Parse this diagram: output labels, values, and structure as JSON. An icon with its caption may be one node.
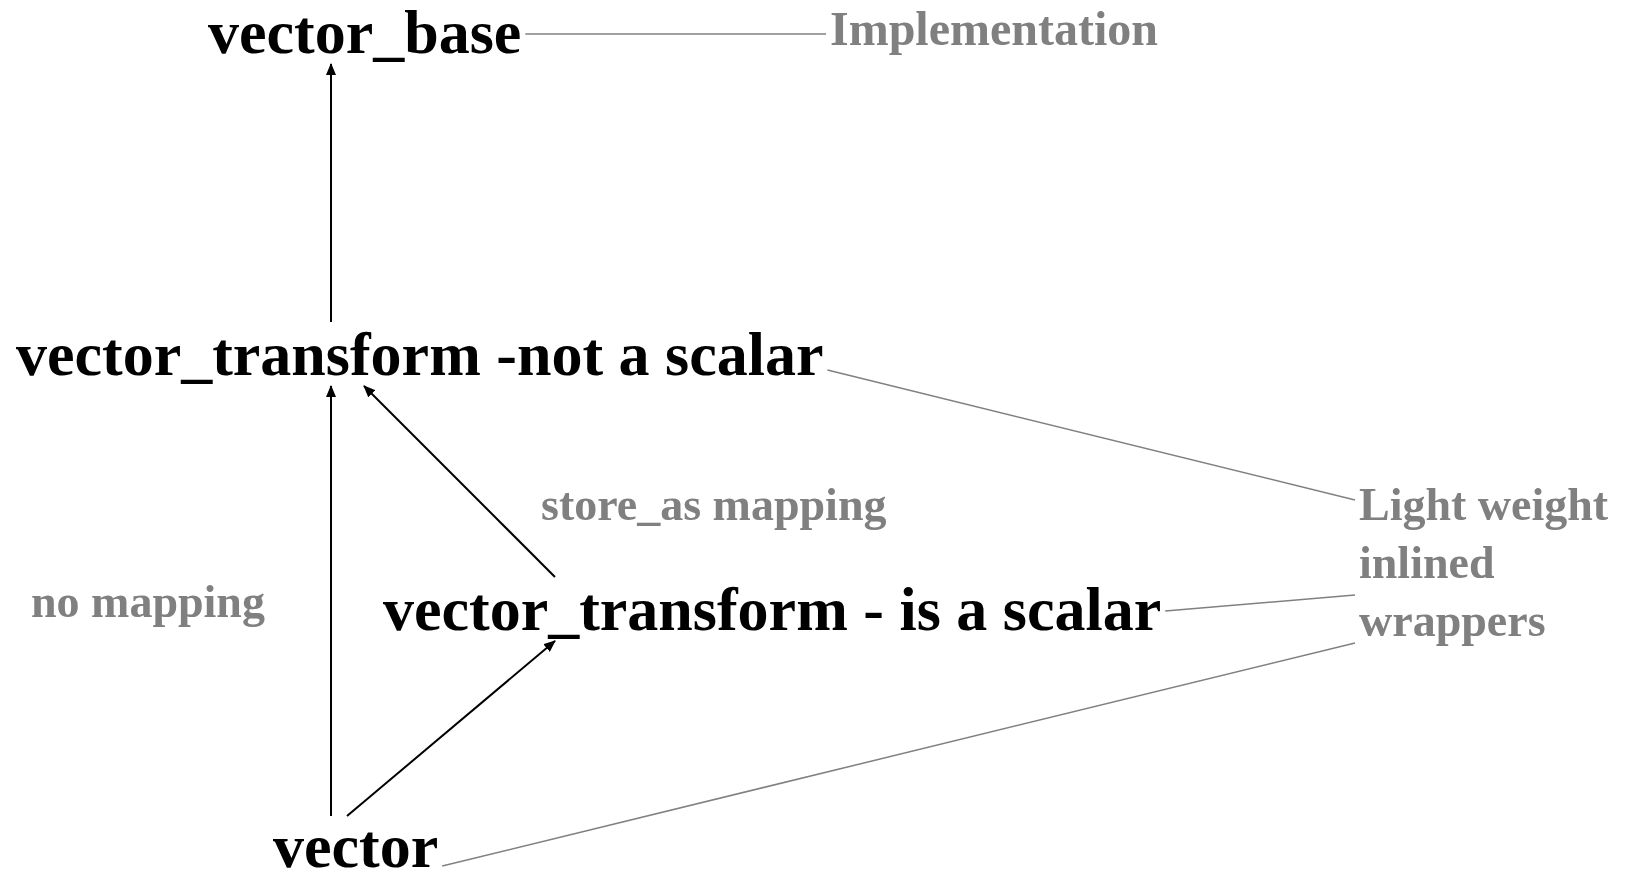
{
  "diagram": {
    "nodes": [
      {
        "text": [
          "vector_base"
        ]
      },
      {
        "text": [
          "Implementation"
        ]
      },
      {
        "text": [
          "vector_transform -not a scalar"
        ]
      },
      {
        "text": [
          "vector_transform - is a scalar"
        ]
      },
      {
        "text": [
          "vector"
        ]
      },
      {
        "text": [
          "Light weight inlined wrappers"
        ]
      }
    ],
    "edges": [
      {
        "from": 2,
        "to": 0,
        "arrow": "to"
      },
      {
        "from": 4,
        "to": 2,
        "arrow": "to",
        "label": "no mapping"
      },
      {
        "from": 3,
        "to": 2,
        "arrow": "to",
        "label": "store_as mapping"
      },
      {
        "from": 4,
        "to": 3,
        "arrow": "to"
      },
      {
        "from": 0,
        "to": 1,
        "arrow": "none",
        "color": "#808080"
      },
      {
        "from": 2,
        "to": 5,
        "arrow": "none",
        "color": "#808080"
      },
      {
        "from": 3,
        "to": 5,
        "arrow": "none",
        "color": "#808080"
      },
      {
        "from": 4,
        "to": 5,
        "arrow": "none",
        "color": "#808080"
      }
    ]
  }
}
